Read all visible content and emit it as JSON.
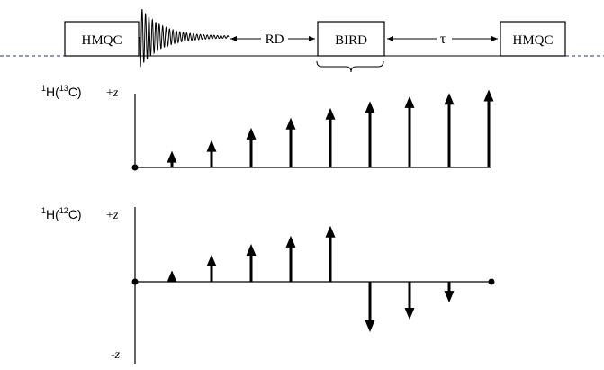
{
  "pulse_sequence": {
    "blocks": [
      "HMQC",
      "BIRD",
      "HMQC"
    ],
    "rd_label": "RD",
    "tau_label": "τ"
  },
  "panels": [
    {
      "id": "13C",
      "label_pre": "1",
      "label_mid": "H(",
      "label_iso": "13",
      "label_post": "C)",
      "top_axis": "+z",
      "arrows": [
        0.2,
        0.33,
        0.48,
        0.6,
        0.72,
        0.8,
        0.86,
        0.9,
        0.94
      ]
    },
    {
      "id": "12C",
      "label_pre": "1",
      "label_mid": "H(",
      "label_iso": "12",
      "label_post": "C)",
      "top_axis": "+z",
      "bottom_axis": "-z",
      "arrows": [
        0.18,
        0.43,
        0.6,
        0.73,
        0.89,
        -0.8,
        -0.6,
        -0.33
      ]
    }
  ]
}
